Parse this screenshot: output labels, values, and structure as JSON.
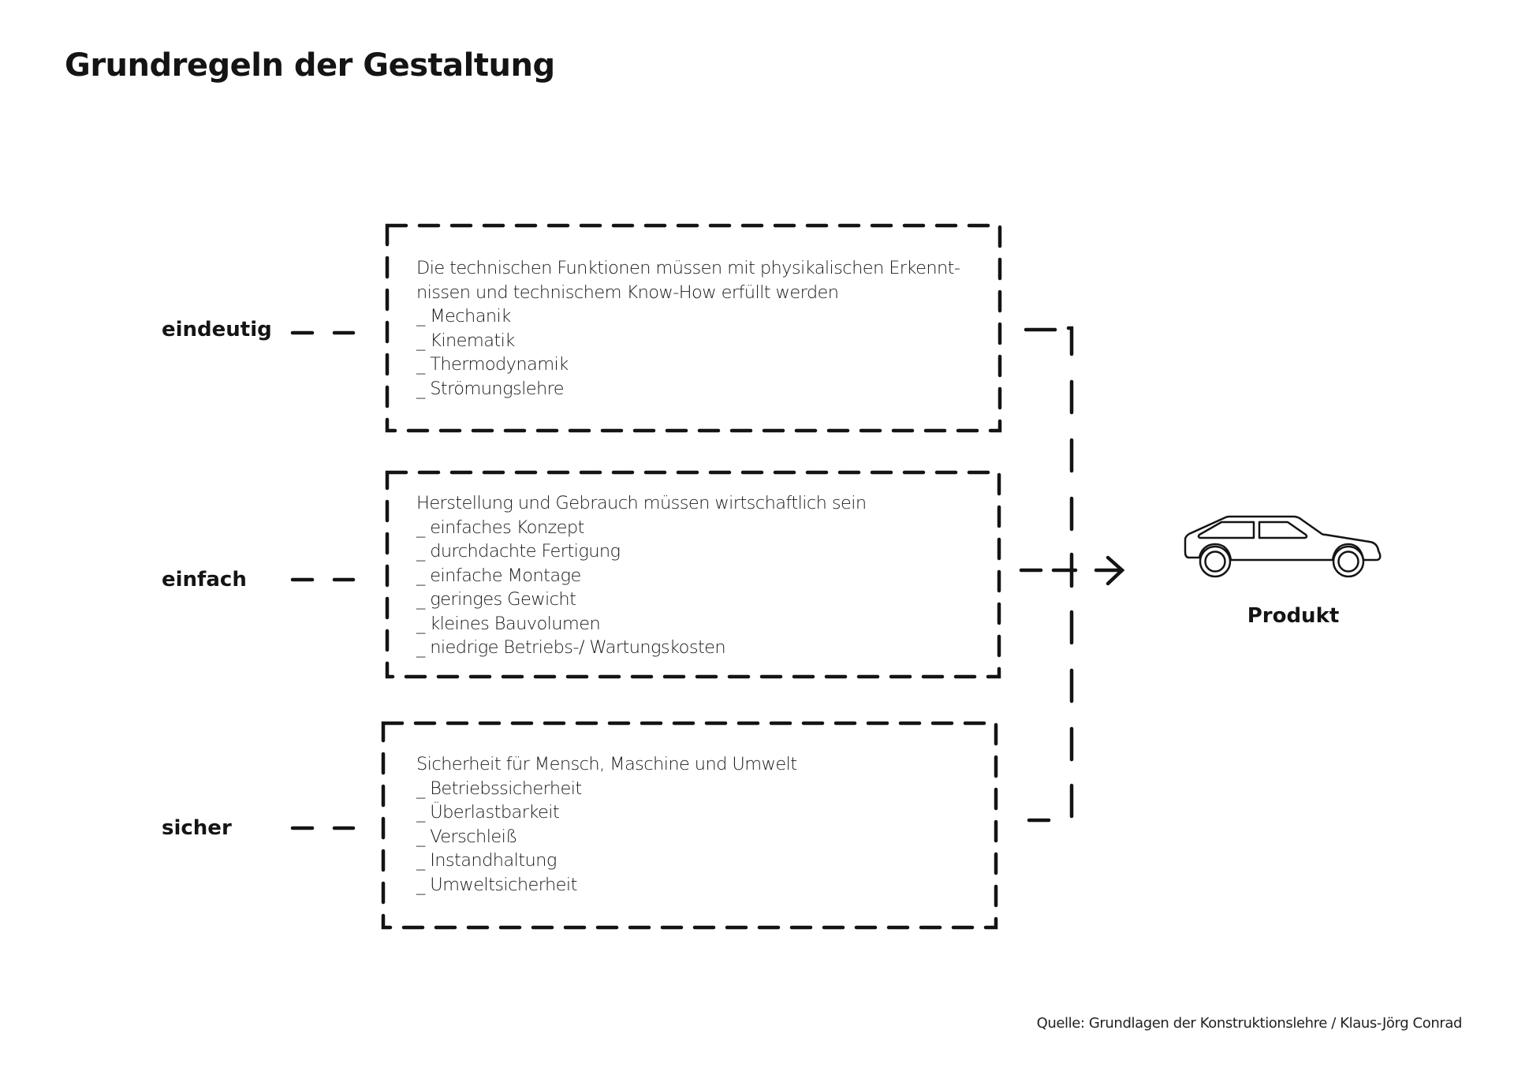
{
  "title": "Grundregeln der Gestaltung",
  "rules": [
    {
      "label": "eindeutig",
      "heading_lines": [
        "Die technischen Funktionen müssen mit physikalischen Erkennt-",
        "nissen und technischem Know-How erfüllt werden"
      ],
      "items": [
        "_ Mechanik",
        "_ Kinematik",
        "_ Thermodynamik",
        "_ Strömungslehre"
      ]
    },
    {
      "label": "einfach",
      "heading_lines": [
        "Herstellung und Gebrauch müssen wirtschaftlich sein"
      ],
      "items": [
        "_ einfaches Konzept",
        "_ durchdachte Fertigung",
        "_ einfache Montage",
        "_ geringes Gewicht",
        "_ kleines Bauvolumen",
        "_ niedrige Betriebs-/ Wartungskosten"
      ]
    },
    {
      "label": "sicher",
      "heading_lines": [
        "Sicherheit für Mensch, Maschine und Umwelt"
      ],
      "items": [
        "_ Betriebssicherheit",
        "_ Überlastbarkeit",
        "_ Verschleiß",
        "_ Instandhaltung",
        "_ Umweltsicherheit"
      ]
    }
  ],
  "product": {
    "label": "Produkt",
    "icon": "car-icon"
  },
  "source": "Quelle: Grundlagen der Konstruktionslehre / Klaus-Jörg Conrad",
  "colors": {
    "ink": "#141414",
    "background": "#ffffff"
  }
}
